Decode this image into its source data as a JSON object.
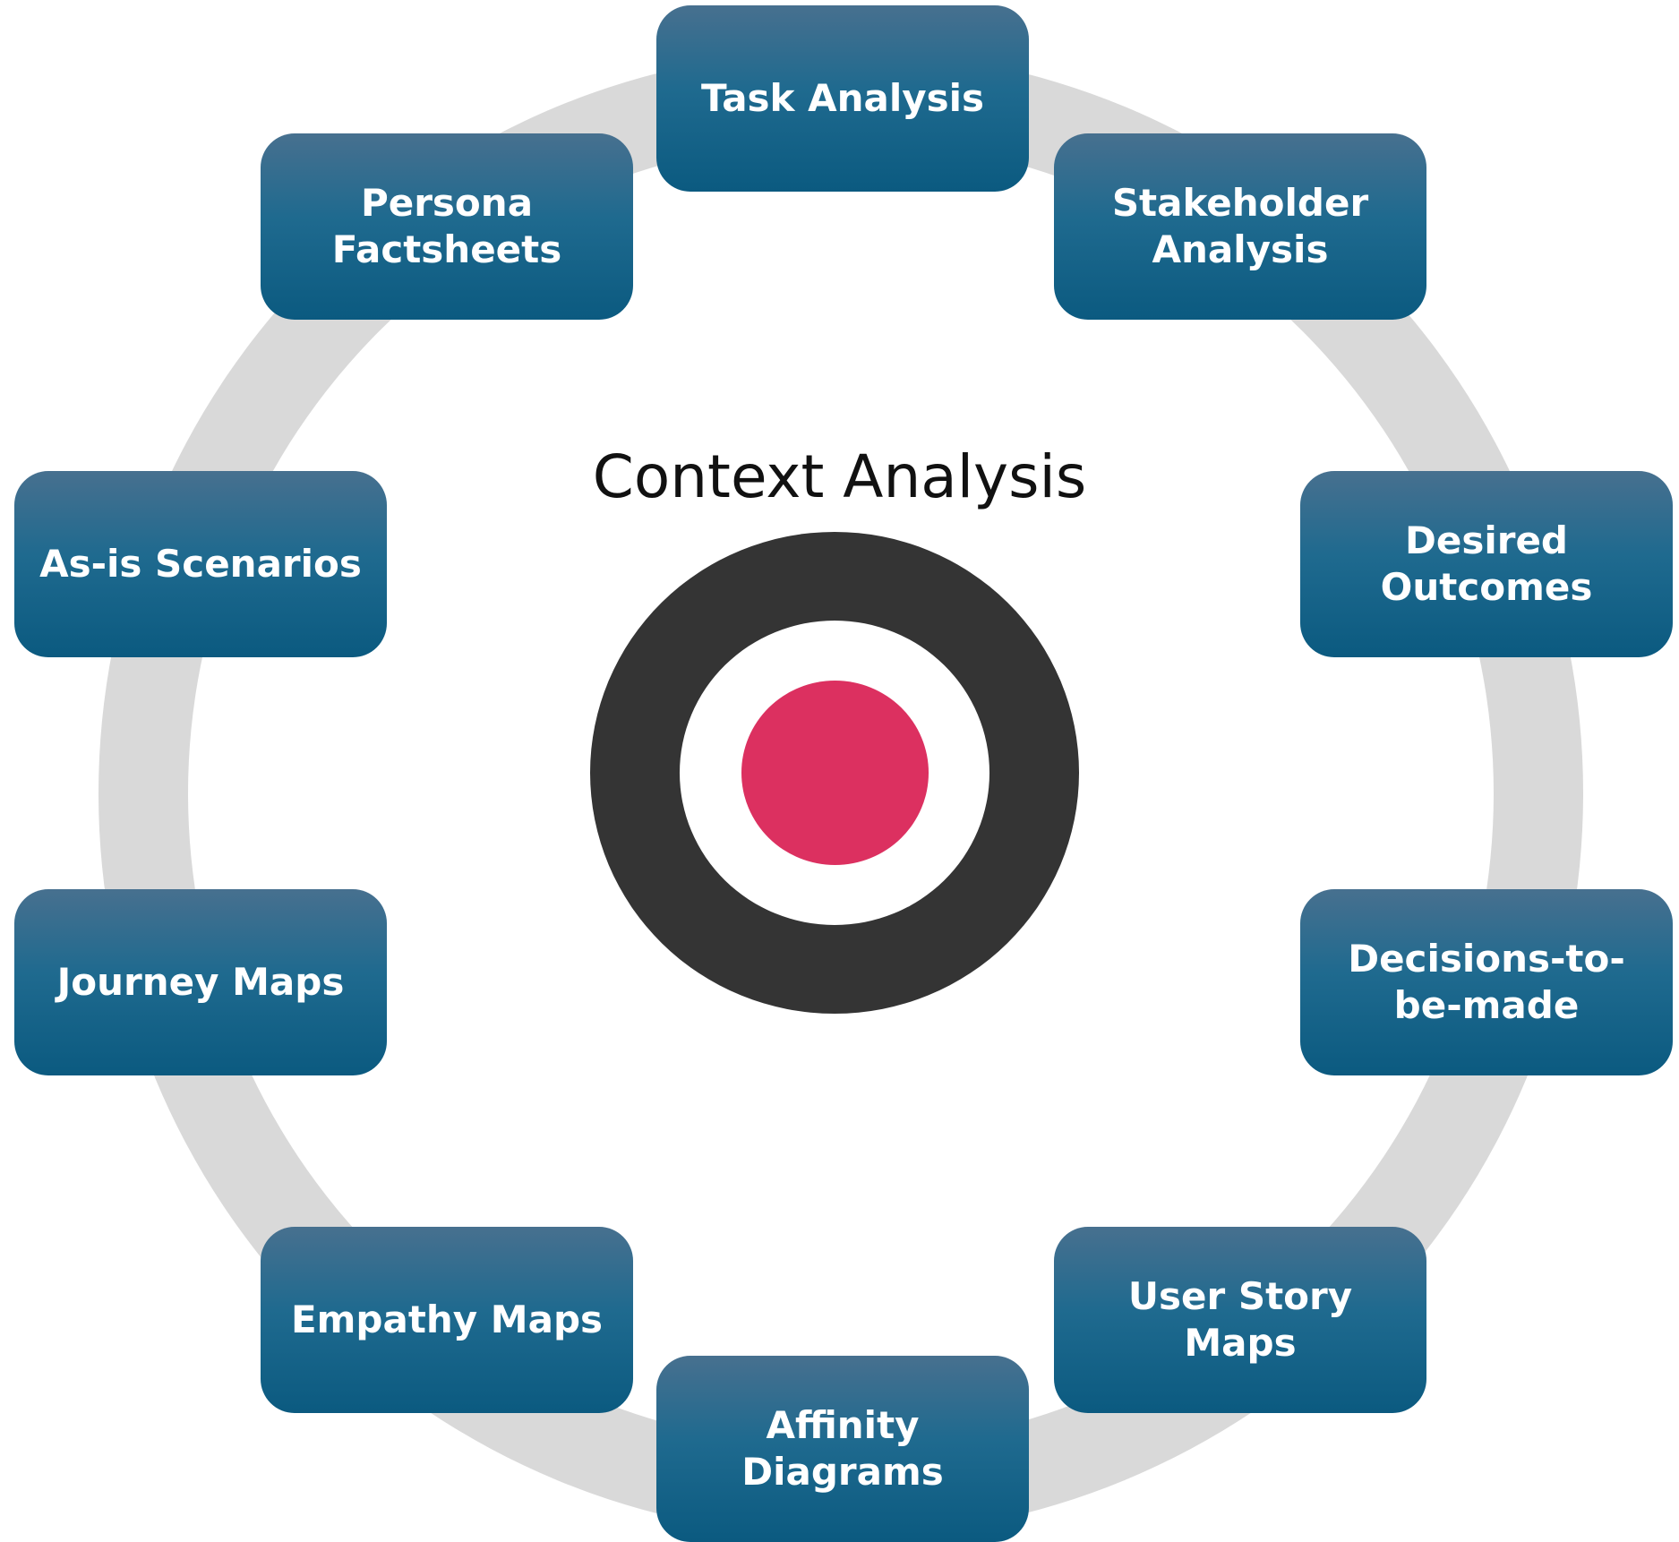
{
  "diagram": {
    "title": "Context Analysis",
    "nodes": [
      {
        "id": "task",
        "label": "Task Analysis"
      },
      {
        "id": "persona",
        "label": "Persona\nFactsheets"
      },
      {
        "id": "stakeholder",
        "label": "Stakeholder\nAnalysis"
      },
      {
        "id": "asis",
        "label": "As-is Scenarios"
      },
      {
        "id": "desired",
        "label": "Desired\nOutcomes"
      },
      {
        "id": "journey",
        "label": "Journey Maps"
      },
      {
        "id": "decisions",
        "label": "Decisions-to-\nbe-made"
      },
      {
        "id": "empathy",
        "label": "Empathy Maps"
      },
      {
        "id": "userstory",
        "label": "User Story Maps"
      },
      {
        "id": "affinity",
        "label": "Affinity\nDiagrams"
      }
    ],
    "colors": {
      "node_top": "#47708f",
      "node_bottom": "#0b5a80",
      "ring": "#d9d9d9",
      "target_outer": "#343434",
      "target_core": "#dc3060",
      "label_text": "#ffffff"
    }
  }
}
